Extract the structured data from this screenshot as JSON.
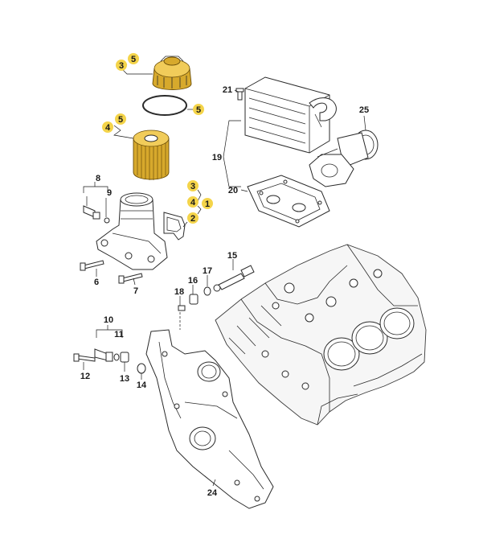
{
  "labels": {
    "1": "1",
    "2": "2",
    "3a": "3",
    "3b": "3",
    "4a": "4",
    "4b": "4",
    "5a": "5",
    "5b": "5",
    "5c": "5",
    "6": "6",
    "7": "7",
    "8": "8",
    "9": "9",
    "10": "10",
    "11": "11",
    "12": "12",
    "13": "13",
    "14": "14",
    "15": "15",
    "16": "16",
    "17": "17",
    "18": "18",
    "19": "19",
    "20": "20",
    "21": "21",
    "24": "24",
    "25": "25"
  },
  "colors": {
    "highlight": "#f4d44a",
    "filter_gold": "#d7a92c",
    "line": "#2a2a2a"
  }
}
